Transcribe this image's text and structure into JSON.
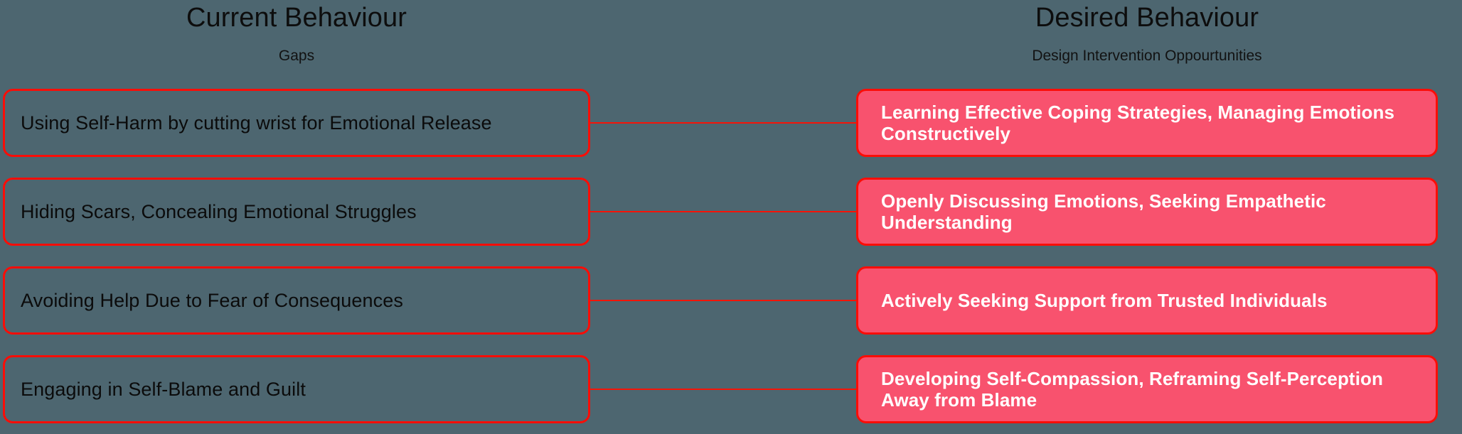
{
  "theme": {
    "background": "#4d6670",
    "accent_border": "#fb0d07",
    "opportunity_fill": "#f8526e",
    "opportunity_text": "#ffffff",
    "gap_text": "#0b0b0b",
    "connector": "#f51408"
  },
  "columns": {
    "left": {
      "title": "Current Behaviour",
      "subtitle": "Gaps"
    },
    "right": {
      "title": "Desired Behaviour",
      "subtitle": "Design Intervention Oppourtunities"
    }
  },
  "pairs": [
    {
      "gap": "Using Self-Harm by cutting wrist for Emotional Release",
      "opportunity": "Learning Effective Coping Strategies, Managing Emotions Constructively"
    },
    {
      "gap": "Hiding Scars, Concealing Emotional Struggles",
      "opportunity": "Openly Discussing Emotions, Seeking Empathetic Understanding"
    },
    {
      "gap": "Avoiding Help Due to Fear of Consequences",
      "opportunity": "Actively Seeking Support from Trusted Individuals"
    },
    {
      "gap": "Engaging in Self-Blame and Guilt",
      "opportunity": "Developing Self-Compassion, Reframing Self-Perception Away from Blame"
    }
  ]
}
